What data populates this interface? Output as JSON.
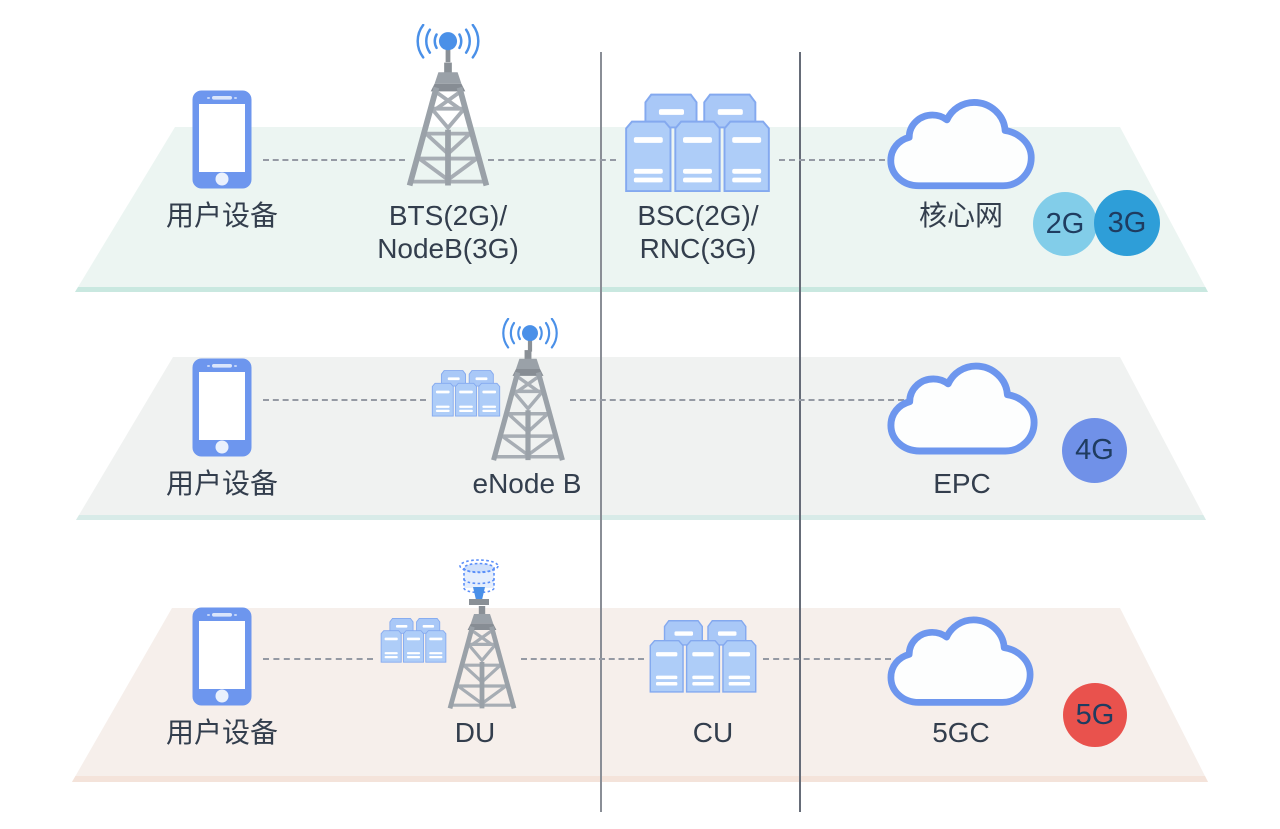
{
  "rows": [
    {
      "generation": "2G/3G",
      "device_label": "用户设备",
      "station_label_lines": [
        "BTS(2G)/",
        "NodeB(3G)"
      ],
      "controller_label_lines": [
        "BSC(2G)/",
        "RNC(3G)"
      ],
      "core_label": "核心网",
      "badges": [
        {
          "label": "2G",
          "color": "#82cde9"
        },
        {
          "label": "3G",
          "color": "#2e9ed8"
        }
      ],
      "band_color": "#ecf5f2",
      "band_edge_color": "#c9e8e0"
    },
    {
      "generation": "4G",
      "device_label": "用户设备",
      "station_label_lines": [
        "eNode B"
      ],
      "core_label": "EPC",
      "badges": [
        {
          "label": "4G",
          "color": "#7091e8"
        }
      ],
      "band_color": "#f0f2f1",
      "band_edge_color": "#d8ebe8"
    },
    {
      "generation": "5G",
      "device_label": "用户设备",
      "station_label_lines": [
        "DU"
      ],
      "controller_label_lines": [
        "CU"
      ],
      "core_label": "5GC",
      "badges": [
        {
          "label": "5G",
          "color": "#e9524d"
        }
      ],
      "band_color": "#f6efeb",
      "band_edge_color": "#f4e3da"
    }
  ],
  "colors": {
    "icon_blue": "#6d96ee",
    "antenna_blue": "#4a90e8",
    "server_fill": "#aecdf8",
    "tower_gray": "#9aa1a8",
    "dash_line": "#959aa4",
    "divider_left_color": "#8a8e96",
    "divider_right_color": "#666c78",
    "text": "#333e4d",
    "badge_text": "#1f3c60"
  }
}
